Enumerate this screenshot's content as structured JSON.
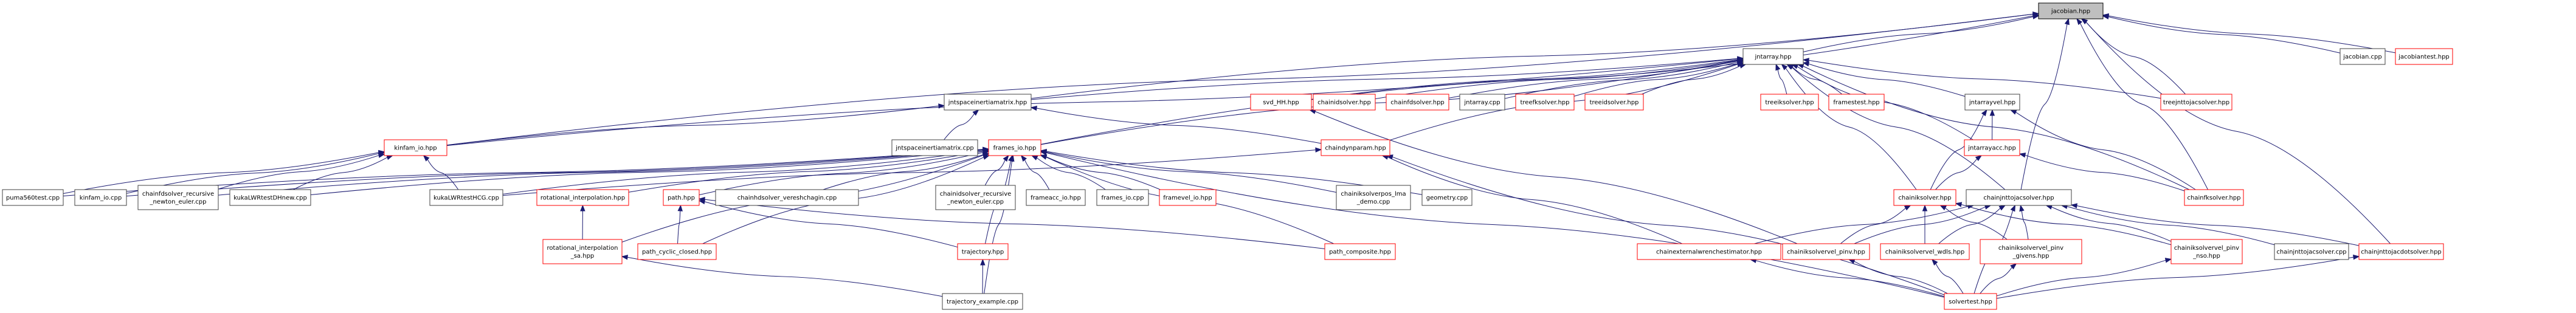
{
  "graph": {
    "title": "jacobian.hpp",
    "edge_color": "#191970",
    "truncated_border_color": "#ff0000",
    "normal_border_color": "#404040",
    "root_fill_color": "#bfbfbf",
    "nodes": [
      {
        "id": "jacobian_hpp",
        "label": [
          "jacobian.hpp"
        ],
        "kind": "root"
      },
      {
        "id": "jntarray_hpp",
        "label": [
          "jntarray.hpp"
        ],
        "kind": "normal"
      },
      {
        "id": "jacobian_cpp",
        "label": [
          "jacobian.cpp"
        ],
        "kind": "normal"
      },
      {
        "id": "jacobiantest_hpp",
        "label": [
          "jacobiantest.hpp"
        ],
        "kind": "truncated"
      },
      {
        "id": "jntspaceinertiamatrix_hpp",
        "label": [
          "jntspaceinertiamatrix.hpp"
        ],
        "kind": "normal"
      },
      {
        "id": "svd_HH_hpp",
        "label": [
          "svd_HH.hpp"
        ],
        "kind": "truncated"
      },
      {
        "id": "chainidsolver_hpp",
        "label": [
          "chainidsolver.hpp"
        ],
        "kind": "truncated"
      },
      {
        "id": "chainfdsolver_hpp",
        "label": [
          "chainfdsolver.hpp"
        ],
        "kind": "truncated"
      },
      {
        "id": "jntarray_cpp",
        "label": [
          "jntarray.cpp"
        ],
        "kind": "normal"
      },
      {
        "id": "treefksolver_hpp",
        "label": [
          "treefksolver.hpp"
        ],
        "kind": "truncated"
      },
      {
        "id": "treeidsolver_hpp",
        "label": [
          "treeidsolver.hpp"
        ],
        "kind": "truncated"
      },
      {
        "id": "treeiksolver_hpp",
        "label": [
          "treeiksolver.hpp"
        ],
        "kind": "truncated"
      },
      {
        "id": "framestest_hpp",
        "label": [
          "framestest.hpp"
        ],
        "kind": "truncated"
      },
      {
        "id": "jntarrayvel_hpp",
        "label": [
          "jntarrayvel.hpp"
        ],
        "kind": "normal"
      },
      {
        "id": "treejnttojacsolver_hpp",
        "label": [
          "treejnttojacsolver.hpp"
        ],
        "kind": "truncated"
      },
      {
        "id": "kinfam_io_hpp",
        "label": [
          "kinfam_io.hpp"
        ],
        "kind": "truncated"
      },
      {
        "id": "jntspaceinertiamatrix_cpp",
        "label": [
          "jntspaceinertiamatrix.cpp"
        ],
        "kind": "normal"
      },
      {
        "id": "frames_io_hpp",
        "label": [
          "frames_io.hpp"
        ],
        "kind": "truncated"
      },
      {
        "id": "chaindynparam_hpp",
        "label": [
          "chaindynparam.hpp"
        ],
        "kind": "truncated"
      },
      {
        "id": "jntarrayacc_hpp",
        "label": [
          "jntarrayacc.hpp"
        ],
        "kind": "truncated"
      },
      {
        "id": "puma560test_cpp",
        "label": [
          "puma560test.cpp"
        ],
        "kind": "normal"
      },
      {
        "id": "kinfam_io_cpp",
        "label": [
          "kinfam_io.cpp"
        ],
        "kind": "normal"
      },
      {
        "id": "chainfdsolver_rne_cpp",
        "label": [
          "chainfdsolver_recursive",
          "_newton_euler.cpp"
        ],
        "kind": "normal"
      },
      {
        "id": "kukaLWRtestDHnew_cpp",
        "label": [
          "kukaLWRtestDHnew.cpp"
        ],
        "kind": "normal"
      },
      {
        "id": "kukaLWRtestHCG_cpp",
        "label": [
          "kukaLWRtestHCG.cpp"
        ],
        "kind": "normal"
      },
      {
        "id": "rotational_interpolation_hpp",
        "label": [
          "rotational_interpolation.hpp"
        ],
        "kind": "truncated"
      },
      {
        "id": "path_hpp",
        "label": [
          "path.hpp"
        ],
        "kind": "truncated"
      },
      {
        "id": "chainhdsolver_vereshchagin_cpp",
        "label": [
          "chainhdsolver_vereshchagin.cpp"
        ],
        "kind": "normal"
      },
      {
        "id": "chainidsolver_rne_cpp",
        "label": [
          "chainidsolver_recursive",
          "_newton_euler.cpp"
        ],
        "kind": "normal"
      },
      {
        "id": "frameacc_io_hpp",
        "label": [
          "frameacc_io.hpp"
        ],
        "kind": "normal"
      },
      {
        "id": "frames_io_cpp",
        "label": [
          "frames_io.cpp"
        ],
        "kind": "normal"
      },
      {
        "id": "framevel_io_hpp",
        "label": [
          "framevel_io.hpp"
        ],
        "kind": "truncated"
      },
      {
        "id": "chainiksolverpos_lma_demo_cpp",
        "label": [
          "chainiksolverpos_lma",
          "_demo.cpp"
        ],
        "kind": "normal"
      },
      {
        "id": "geometry_cpp",
        "label": [
          "geometry.cpp"
        ],
        "kind": "normal"
      },
      {
        "id": "chainiksolver_hpp",
        "label": [
          "chainiksolver.hpp"
        ],
        "kind": "truncated"
      },
      {
        "id": "chainjnttojacsolver_hpp",
        "label": [
          "chainjnttojacsolver.hpp"
        ],
        "kind": "normal"
      },
      {
        "id": "chainfksolver_hpp",
        "label": [
          "chainfksolver.hpp"
        ],
        "kind": "truncated"
      },
      {
        "id": "rotational_interpolation_sa_hpp",
        "label": [
          "rotational_interpolation",
          "_sa.hpp"
        ],
        "kind": "truncated"
      },
      {
        "id": "path_cyclic_closed_hpp",
        "label": [
          "path_cyclic_closed.hpp"
        ],
        "kind": "truncated"
      },
      {
        "id": "trajectory_hpp",
        "label": [
          "trajectory.hpp"
        ],
        "kind": "truncated"
      },
      {
        "id": "path_composite_hpp",
        "label": [
          "path_composite.hpp"
        ],
        "kind": "truncated"
      },
      {
        "id": "chainexternalwrenchestimator_hpp",
        "label": [
          "chainexternalwrenchestimator.hpp"
        ],
        "kind": "truncated"
      },
      {
        "id": "chainiksolvervel_pinv_hpp",
        "label": [
          "chainiksolvervel_pinv.hpp"
        ],
        "kind": "truncated"
      },
      {
        "id": "chainiksolvervel_wdls_hpp",
        "label": [
          "chainiksolvervel_wdls.hpp"
        ],
        "kind": "truncated"
      },
      {
        "id": "chainiksolvervel_pinv_givens_hpp",
        "label": [
          "chainiksolvervel_pinv",
          "_givens.hpp"
        ],
        "kind": "truncated"
      },
      {
        "id": "chainiksolvervel_pinv_nso_hpp",
        "label": [
          "chainiksolvervel_pinv",
          "_nso.hpp"
        ],
        "kind": "truncated"
      },
      {
        "id": "chainjnttojacsolver_cpp",
        "label": [
          "chainjnttojacsolver.cpp"
        ],
        "kind": "normal"
      },
      {
        "id": "chainjnttojacdotsolver_hpp",
        "label": [
          "chainjnttojacdotsolver.hpp"
        ],
        "kind": "truncated"
      },
      {
        "id": "trajectory_example_cpp",
        "label": [
          "trajectory_example.cpp"
        ],
        "kind": "normal"
      },
      {
        "id": "solvertest_hpp",
        "label": [
          "solvertest.hpp"
        ],
        "kind": "truncated"
      }
    ],
    "edges": [
      [
        "jntarray_hpp",
        "jacobian_hpp"
      ],
      [
        "jacobian_cpp",
        "jacobian_hpp"
      ],
      [
        "jacobiantest_hpp",
        "jacobian_hpp"
      ],
      [
        "jntspaceinertiamatrix_hpp",
        "jacobian_hpp"
      ],
      [
        "kinfam_io_hpp",
        "jacobian_hpp"
      ],
      [
        "frames_io_hpp",
        "jacobian_hpp"
      ],
      [
        "treejnttojacsolver_hpp",
        "jacobian_hpp"
      ],
      [
        "chainjnttojacsolver_hpp",
        "jacobian_hpp"
      ],
      [
        "chainjnttojacdotsolver_hpp",
        "jacobian_hpp"
      ],
      [
        "chainfksolver_hpp",
        "jacobian_hpp"
      ],
      [
        "jntspaceinertiamatrix_hpp",
        "jntarray_hpp"
      ],
      [
        "svd_HH_hpp",
        "jntarray_hpp"
      ],
      [
        "chainidsolver_hpp",
        "jntarray_hpp"
      ],
      [
        "chainfdsolver_hpp",
        "jntarray_hpp"
      ],
      [
        "jntarray_cpp",
        "jntarray_hpp"
      ],
      [
        "treefksolver_hpp",
        "jntarray_hpp"
      ],
      [
        "treeidsolver_hpp",
        "jntarray_hpp"
      ],
      [
        "treeiksolver_hpp",
        "jntarray_hpp"
      ],
      [
        "framestest_hpp",
        "jntarray_hpp"
      ],
      [
        "jntarrayvel_hpp",
        "jntarray_hpp"
      ],
      [
        "treejnttojacsolver_hpp",
        "jntarray_hpp"
      ],
      [
        "kinfam_io_hpp",
        "jntarray_hpp"
      ],
      [
        "frames_io_hpp",
        "jntarray_hpp"
      ],
      [
        "chaindynparam_hpp",
        "jntarray_hpp"
      ],
      [
        "jntarrayacc_hpp",
        "jntarray_hpp"
      ],
      [
        "chainiksolver_hpp",
        "jntarray_hpp"
      ],
      [
        "chainjnttojacsolver_hpp",
        "jntarray_hpp"
      ],
      [
        "chainfksolver_hpp",
        "jntarray_hpp"
      ],
      [
        "kinfam_io_hpp",
        "jntspaceinertiamatrix_hpp"
      ],
      [
        "jntspaceinertiamatrix_cpp",
        "jntspaceinertiamatrix_hpp"
      ],
      [
        "chaindynparam_hpp",
        "jntspaceinertiamatrix_hpp"
      ],
      [
        "jntarrayacc_hpp",
        "jntarrayvel_hpp"
      ],
      [
        "chainiksolver_hpp",
        "jntarrayvel_hpp"
      ],
      [
        "chainfksolver_hpp",
        "jntarrayvel_hpp"
      ],
      [
        "chainiksolver_hpp",
        "jntarrayacc_hpp"
      ],
      [
        "chainfksolver_hpp",
        "jntarrayacc_hpp"
      ],
      [
        "puma560test_cpp",
        "kinfam_io_hpp"
      ],
      [
        "kinfam_io_cpp",
        "kinfam_io_hpp"
      ],
      [
        "chainfdsolver_rne_cpp",
        "kinfam_io_hpp"
      ],
      [
        "kukaLWRtestDHnew_cpp",
        "kinfam_io_hpp"
      ],
      [
        "kukaLWRtestHCG_cpp",
        "kinfam_io_hpp"
      ],
      [
        "puma560test_cpp",
        "frames_io_hpp"
      ],
      [
        "kinfam_io_cpp",
        "frames_io_hpp"
      ],
      [
        "chainfdsolver_rne_cpp",
        "frames_io_hpp"
      ],
      [
        "kukaLWRtestDHnew_cpp",
        "frames_io_hpp"
      ],
      [
        "kukaLWRtestHCG_cpp",
        "frames_io_hpp"
      ],
      [
        "rotational_interpolation_hpp",
        "frames_io_hpp"
      ],
      [
        "rotational_interpolation_sa_hpp",
        "frames_io_hpp"
      ],
      [
        "path_hpp",
        "frames_io_hpp"
      ],
      [
        "path_cyclic_closed_hpp",
        "frames_io_hpp"
      ],
      [
        "chainhdsolver_vereshchagin_cpp",
        "frames_io_hpp"
      ],
      [
        "chainidsolver_rne_cpp",
        "frames_io_hpp"
      ],
      [
        "frameacc_io_hpp",
        "frames_io_hpp"
      ],
      [
        "frames_io_cpp",
        "frames_io_hpp"
      ],
      [
        "framevel_io_hpp",
        "frames_io_hpp"
      ],
      [
        "chainiksolverpos_lma_demo_cpp",
        "frames_io_hpp"
      ],
      [
        "geometry_cpp",
        "frames_io_hpp"
      ],
      [
        "trajectory_hpp",
        "frames_io_hpp"
      ],
      [
        "path_composite_hpp",
        "frames_io_hpp"
      ],
      [
        "trajectory_example_cpp",
        "frames_io_hpp"
      ],
      [
        "solvertest_hpp",
        "frames_io_hpp"
      ],
      [
        "kukaLWRtestHCG_cpp",
        "chaindynparam_hpp"
      ],
      [
        "chainexternalwrenchestimator_hpp",
        "chaindynparam_hpp"
      ],
      [
        "solvertest_hpp",
        "chaindynparam_hpp"
      ],
      [
        "chainiksolvervel_pinv_hpp",
        "svd_HH_hpp"
      ],
      [
        "rotational_interpolation_sa_hpp",
        "rotational_interpolation_hpp"
      ],
      [
        "path_cyclic_closed_hpp",
        "path_hpp"
      ],
      [
        "trajectory_hpp",
        "path_hpp"
      ],
      [
        "path_composite_hpp",
        "path_hpp"
      ],
      [
        "trajectory_example_cpp",
        "trajectory_hpp"
      ],
      [
        "trajectory_example_cpp",
        "rotational_interpolation_sa_hpp"
      ],
      [
        "chainiksolvervel_pinv_hpp",
        "chainiksolver_hpp"
      ],
      [
        "chainiksolvervel_wdls_hpp",
        "chainiksolver_hpp"
      ],
      [
        "chainiksolvervel_pinv_givens_hpp",
        "chainiksolver_hpp"
      ],
      [
        "chainiksolvervel_pinv_nso_hpp",
        "chainiksolver_hpp"
      ],
      [
        "chainexternalwrenchestimator_hpp",
        "chainjnttojacsolver_hpp"
      ],
      [
        "chainiksolvervel_pinv_hpp",
        "chainjnttojacsolver_hpp"
      ],
      [
        "chainiksolvervel_wdls_hpp",
        "chainjnttojacsolver_hpp"
      ],
      [
        "chainiksolvervel_pinv_givens_hpp",
        "chainjnttojacsolver_hpp"
      ],
      [
        "chainiksolvervel_pinv_nso_hpp",
        "chainjnttojacsolver_hpp"
      ],
      [
        "chainjnttojacsolver_cpp",
        "chainjnttojacsolver_hpp"
      ],
      [
        "chainjnttojacdotsolver_hpp",
        "chainjnttojacsolver_hpp"
      ],
      [
        "solvertest_hpp",
        "chainjnttojacsolver_hpp"
      ],
      [
        "solvertest_hpp",
        "chainexternalwrenchestimator_hpp"
      ],
      [
        "solvertest_hpp",
        "chainiksolvervel_pinv_hpp"
      ],
      [
        "solvertest_hpp",
        "chainiksolvervel_wdls_hpp"
      ],
      [
        "solvertest_hpp",
        "chainiksolvervel_pinv_givens_hpp"
      ],
      [
        "solvertest_hpp",
        "chainiksolvervel_pinv_nso_hpp"
      ],
      [
        "solvertest_hpp",
        "chainjnttojacdotsolver_hpp"
      ]
    ]
  }
}
